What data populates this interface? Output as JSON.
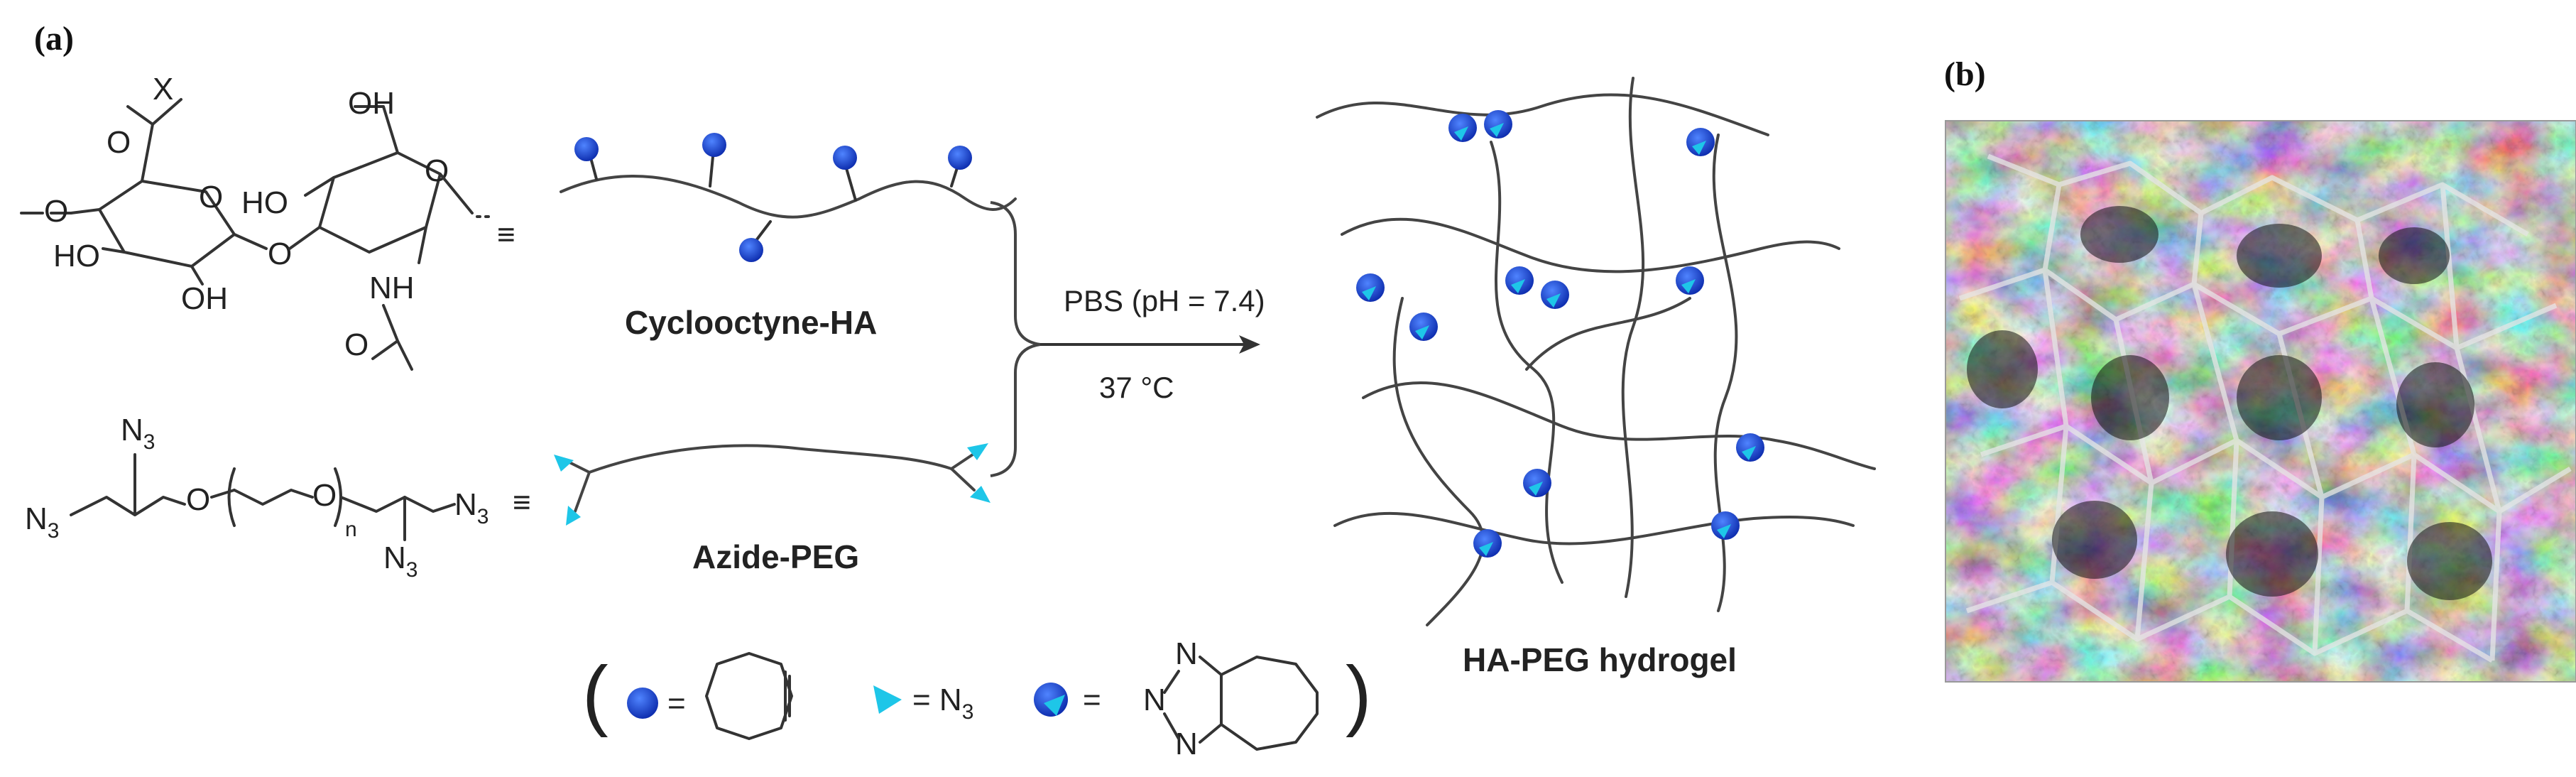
{
  "panels": {
    "a": "(a)",
    "b": "(b)"
  },
  "colors": {
    "cyclooctyne_dot": "#1546d6",
    "azide_arrow": "#1ec6e8",
    "chain": "#444444"
  },
  "ha_structure": {
    "x": "X",
    "o": "O",
    "oh": "OH",
    "ho": "HO",
    "nh": "NH",
    "equiv": "≡"
  },
  "peg_structure": {
    "n3": "N",
    "n3_sub": "3",
    "o": "O",
    "n": "n",
    "equiv": "≡"
  },
  "labels": {
    "cyclooctyne_ha": "Cyclooctyne-HA",
    "azide_peg": "Azide-PEG",
    "hydrogel": "HA-PEG hydrogel"
  },
  "reaction": {
    "condition_top": "PBS (pH = 7.4)",
    "condition_bottom": "37 °C"
  },
  "legend": {
    "open_paren": "(",
    "eq1": "=",
    "eq2": "= N",
    "eq2_sub": "3",
    "eq3": "=",
    "triazole_n": "N",
    "close_paren": ")"
  },
  "sem": {
    "icon": "sem-micrograph-icon"
  }
}
